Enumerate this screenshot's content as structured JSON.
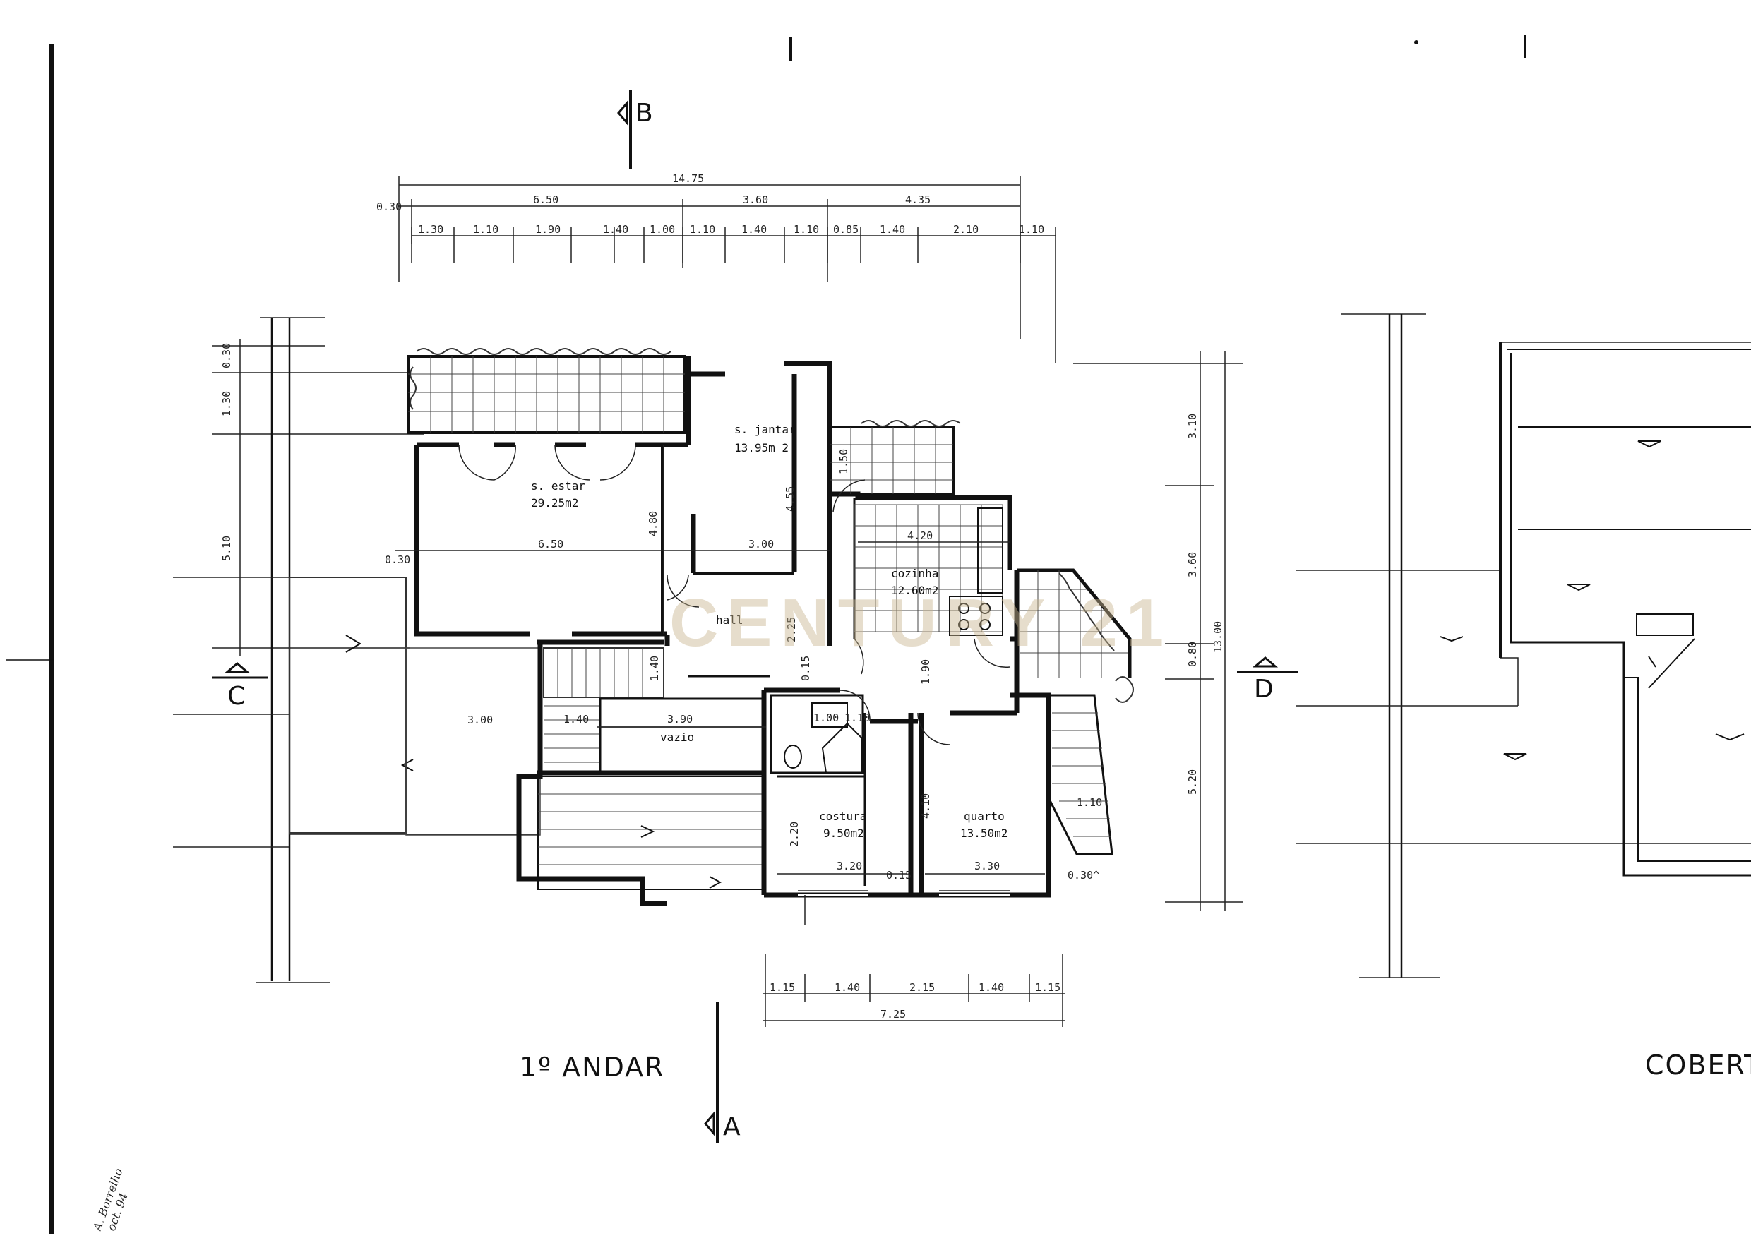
{
  "sheet": {
    "title": "1º ANDAR",
    "roof_title": "COBERT",
    "watermark": "CENTURY 21",
    "signature": [
      "A. Borrelho",
      "oct. 94"
    ]
  },
  "sections": {
    "A": "A",
    "B": "B",
    "C": "C",
    "D": "D"
  },
  "rooms": {
    "estar": {
      "name": "s. estar",
      "area": "29.25m2"
    },
    "jantar": {
      "name": "s. jantar",
      "area": "13.95m 2"
    },
    "cozinha": {
      "name": "cozinha",
      "area": "12.60m2"
    },
    "hall": {
      "name": "hall"
    },
    "vazio": {
      "name": "vazio"
    },
    "costura": {
      "name": "costura",
      "area": "9.50m2"
    },
    "quarto": {
      "name": "quarto",
      "area": "13.50m2"
    }
  },
  "dims_top": {
    "total": "14.75",
    "left_offset": "0.30",
    "mid": [
      "6.50",
      "3.60",
      "4.35"
    ],
    "fine": [
      "1.30",
      "1.10",
      "1.90",
      "1.40",
      "1.00",
      "1.10",
      "1.40",
      "1.10",
      "0.85",
      "1.40",
      "2.10",
      "1.10"
    ]
  },
  "dims_left": [
    "0.30",
    "1.30",
    "5.10"
  ],
  "dims_right": [
    "3.10",
    "3.60",
    "0.80",
    "5.20",
    "13.00"
  ],
  "dims_bottom": {
    "fine": [
      "1.15",
      "1.40",
      "2.15",
      "1.40",
      "1.15"
    ],
    "total": "7.25"
  },
  "dims_inner": {
    "estar_w": "6.50",
    "estar_h": "4.80",
    "jantar_w": "3.00",
    "jantar_h": "4.55",
    "kitchen_w": "4.20",
    "kitchen_h": "1.50",
    "hall_h": "2.25",
    "hall_v": "1.90",
    "vazio_w": "3.90",
    "vazio_h": "1.40",
    "stair_w": "1.40",
    "terrace_w": "3.00",
    "costura_w": "3.20",
    "quarto_w": "3.30",
    "costura_h": "2.20",
    "quarto_h": "4.10",
    "bath_a": "1.10",
    "bath_b": "1.00",
    "terr_right": "1.10",
    "t015": "0.15",
    "t030": "0.30",
    "t030b": "0.30^",
    "t15": "0.15"
  }
}
